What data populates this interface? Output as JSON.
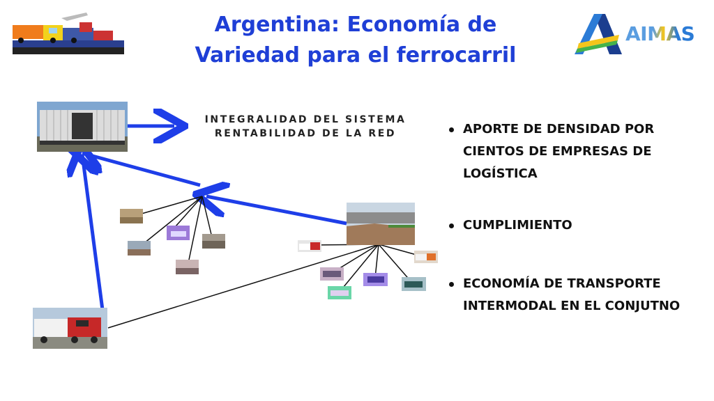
{
  "header": {
    "title_line1": "Argentina: Economía de",
    "title_line2": "Variedad para el ferrocarril",
    "brand_name": "AIMAS",
    "brand_colors": {
      "blue": "#2b7bd6",
      "yellow": "#f4c51b",
      "navy": "#1b3e8f",
      "green": "#46b34a"
    }
  },
  "center": {
    "line1": "INTEGRALIDAD DEL SISTEMA",
    "line2": "RENTABILIDAD DE LA RED"
  },
  "bullets": [
    {
      "line1": "APORTE DE DENSIDAD POR",
      "line2": "CIENTOS DE EMPRESAS DE",
      "line3": "LOGÍSTICA"
    },
    {
      "line1": "CUMPLIMIENTO"
    },
    {
      "line1": "ECONOMÍA DE TRANSPORTE",
      "line2": "INTERMODAL EN EL CONJUTNO"
    }
  ],
  "colors": {
    "title": "#1f3fd6",
    "arrow": "#1e3ee8",
    "line": "#111111"
  }
}
